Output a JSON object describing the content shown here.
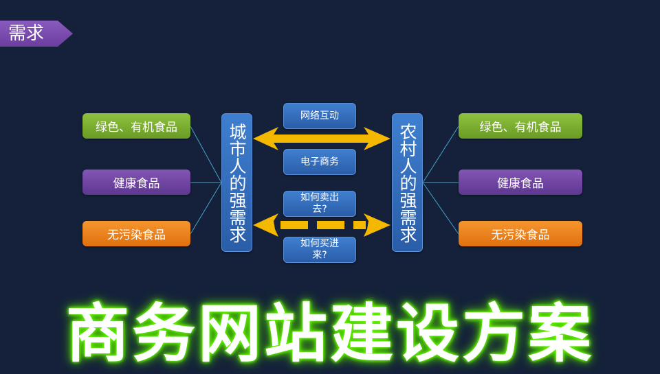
{
  "tag": "需求",
  "left_items": [
    "绿色、有机食品",
    "健康食品",
    "无污染食品"
  ],
  "right_items": [
    "绿色、有机食品",
    "健康食品",
    "无污染食品"
  ],
  "left_bar": "城市人的强需求",
  "right_bar": "农村人的强需求",
  "center": [
    "网络互动",
    "电子商务",
    "如何卖出去?",
    "如何买进来?"
  ],
  "title": "商务网站建设方案",
  "colors": {
    "background": "#15213a",
    "arrow": "#f5b800",
    "green": "#7fb432",
    "purple": "#7548a8",
    "orange": "#ef8420",
    "blue": "#3570c0"
  }
}
